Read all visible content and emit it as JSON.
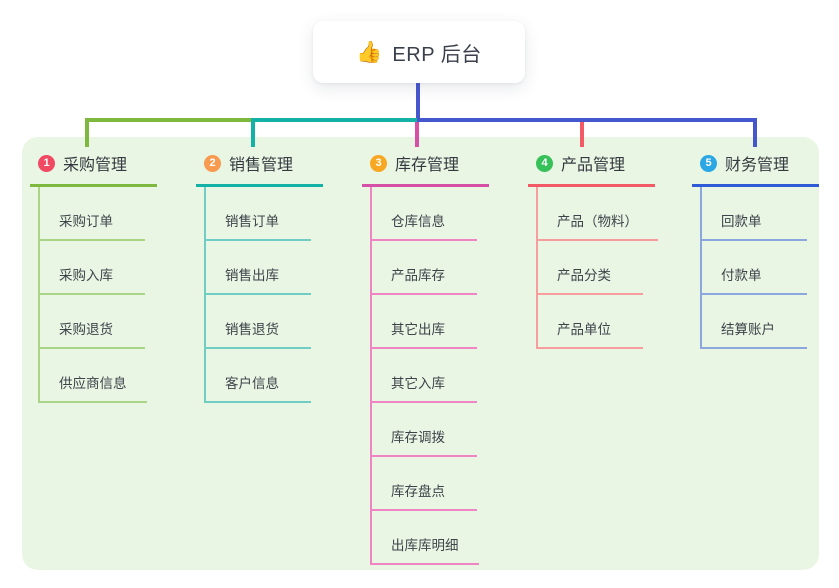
{
  "root": {
    "icon": "👍",
    "title": "ERP 后台"
  },
  "connectors": {
    "root_blue": "#4657ce",
    "left_green": "#7eb83f",
    "mid_teal": "#14b2a6",
    "right_blue": "#4657ce"
  },
  "panel_color": "#e9f6e4",
  "branches": [
    {
      "badge": "1",
      "title": "采购管理",
      "badge_color": "#f04a62",
      "line_color": "#7eb83f",
      "child_line_color": "#abd586",
      "children": [
        "采购订单",
        "采购入库",
        "采购退货",
        "供应商信息"
      ]
    },
    {
      "badge": "2",
      "title": "销售管理",
      "badge_color": "#f89a4f",
      "line_color": "#14b2a6",
      "child_line_color": "#6fcdc4",
      "children": [
        "销售订单",
        "销售出库",
        "销售退货",
        "客户信息"
      ]
    },
    {
      "badge": "3",
      "title": "库存管理",
      "badge_color": "#f7a722",
      "line_color": "#d650a6",
      "child_line_color": "#ef85c3",
      "children": [
        "仓库信息",
        "产品库存",
        "其它出库",
        "其它入库",
        "库存调拨",
        "库存盘点",
        "出库库明细"
      ]
    },
    {
      "badge": "4",
      "title": "产品管理",
      "badge_color": "#36c159",
      "line_color": "#f25b66",
      "child_line_color": "#f79d9d",
      "children": [
        "产品（物料）",
        "产品分类",
        "产品单位"
      ]
    },
    {
      "badge": "5",
      "title": "财务管理",
      "badge_color": "#2ba7e5",
      "line_color": "#2f5bd7",
      "child_line_color": "#8ca6de",
      "children": [
        "回款单",
        "付款单",
        "结算账户"
      ]
    }
  ]
}
